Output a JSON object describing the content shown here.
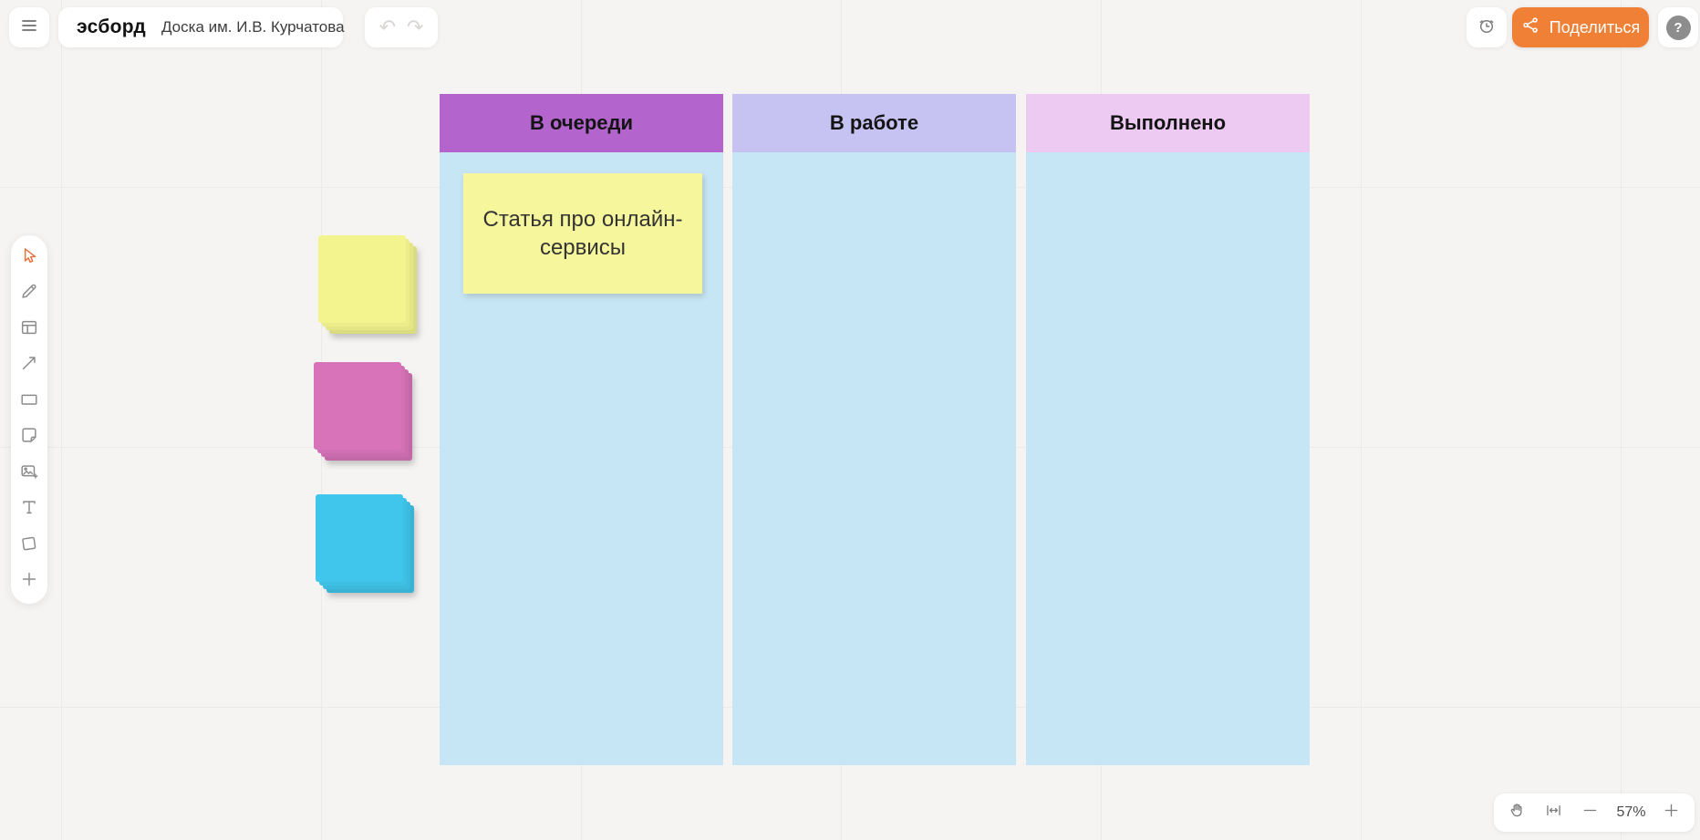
{
  "topbar": {
    "logo": "эсборд",
    "board_title": "Доска им. И.В. Курчатова",
    "undo_glyph": "↶",
    "redo_glyph": "↷",
    "share_label": "Поделиться",
    "help_label": "?"
  },
  "toolbar": {
    "selected_tool": "select-tool",
    "tools": [
      "select-tool",
      "pen-tool",
      "frame-tool",
      "connector-tool",
      "shape-rectangle-tool",
      "sticky-note-tool",
      "insert-image-tool",
      "text-tool",
      "shape-tool",
      "add-more-tool"
    ]
  },
  "board": {
    "columns": [
      {
        "label": "В очереди",
        "header_color": "#b464cd"
      },
      {
        "label": "В работе",
        "header_color": "#c6c3f2"
      },
      {
        "label": "Выполнено",
        "header_color": "#eccaf2"
      }
    ],
    "column_body_color": "#c6e5f5",
    "sticky_note": {
      "text": "Статья про онлайн-сервисы",
      "color": "#f6f69d"
    }
  },
  "sticker_pads": [
    {
      "name": "yellow-sticker-pad",
      "color": "#f3f48e"
    },
    {
      "name": "pink-sticker-pad",
      "color": "#d873ba"
    },
    {
      "name": "cyan-sticker-pad",
      "color": "#40c6ec"
    }
  ],
  "zoom_controls": {
    "zoom_level": "57%"
  },
  "colors": {
    "accent_orange": "#f08036",
    "canvas_bg": "#f5f4f2"
  }
}
